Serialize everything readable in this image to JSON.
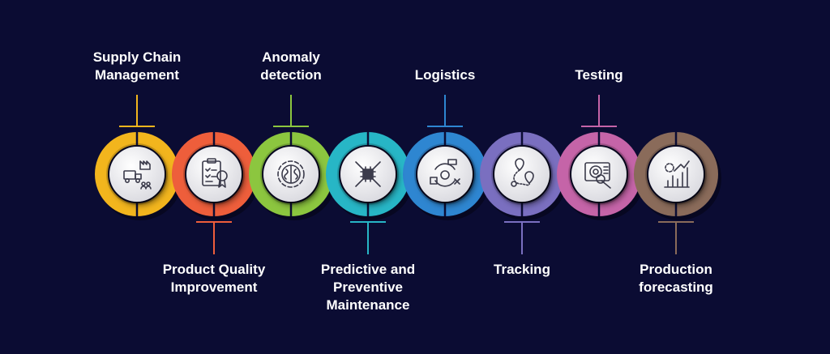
{
  "theme": {
    "background": "#0b0c33",
    "center_fill": "#ffffff",
    "icon_color": "#3a3a4a"
  },
  "steps": [
    {
      "label": "Supply Chain\nManagement",
      "color": "#f2b51d",
      "icon": "truck-factory-icon",
      "position": "top"
    },
    {
      "label": "Product Quality\nImprovement",
      "color": "#ee5e3b",
      "icon": "quality-checklist-icon",
      "position": "bottom"
    },
    {
      "label": "Anomaly\ndetection",
      "color": "#8cc63f",
      "icon": "brain-gear-icon",
      "position": "top"
    },
    {
      "label": "Predictive and\nPreventive\nMaintenance",
      "color": "#27b6c6",
      "icon": "tools-chip-icon",
      "position": "bottom"
    },
    {
      "label": "Logistics",
      "color": "#2e86d1",
      "icon": "logistics-cycle-icon",
      "position": "top"
    },
    {
      "label": "Tracking",
      "color": "#7a6fc0",
      "icon": "route-pin-icon",
      "position": "bottom"
    },
    {
      "label": "Testing",
      "color": "#c564a8",
      "icon": "target-screen-icon",
      "position": "top"
    },
    {
      "label": "Production\nforecasting",
      "color": "#8a6b5a",
      "icon": "gear-chart-icon",
      "position": "bottom"
    }
  ]
}
